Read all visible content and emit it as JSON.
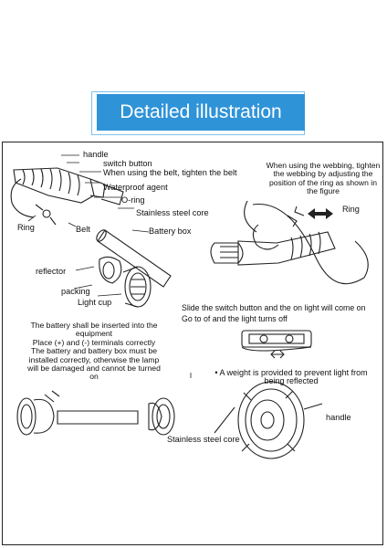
{
  "banner": {
    "title": "Detailed illustration"
  },
  "labels": {
    "handle_top": "handle",
    "switch_button": "switch button",
    "belt_note": "When using the belt, tighten the belt",
    "waterproof_agent": "Waterproof agent",
    "o_ring": "O-ring",
    "stainless_core_top": "Stainless steel core",
    "ring_left": "Ring",
    "belt": "Belt",
    "battery_box": "Battery box",
    "reflector": "reflector",
    "packing": "packing",
    "light_cup": "Light cup",
    "webbing_note_1": "When using the webbing, tighten",
    "webbing_note_2": "the webbing by adjusting the",
    "webbing_note_3": "position of the ring as shown in",
    "webbing_note_4": "the figure",
    "ring_right": "Ring",
    "switch_note_1": "Slide the switch button and the on light will come on",
    "switch_note_2": "Go to of and the light turns off",
    "battery_note_1": "The battery shall be inserted into the",
    "battery_note_2": "equipment",
    "battery_note_3": "Place (+) and (-) terminals correctly",
    "battery_note_4": "The battery and battery box must be",
    "battery_note_5": "installed correctly, otherwise the lamp",
    "battery_note_6": "will be damaged and cannot be turned",
    "battery_note_7": "on",
    "weight_note_1": "A weight is provided to prevent light from",
    "weight_note_2": "being reflected",
    "handle_bottom": "handle",
    "stainless_core_bottom": "Stainless steel core"
  }
}
